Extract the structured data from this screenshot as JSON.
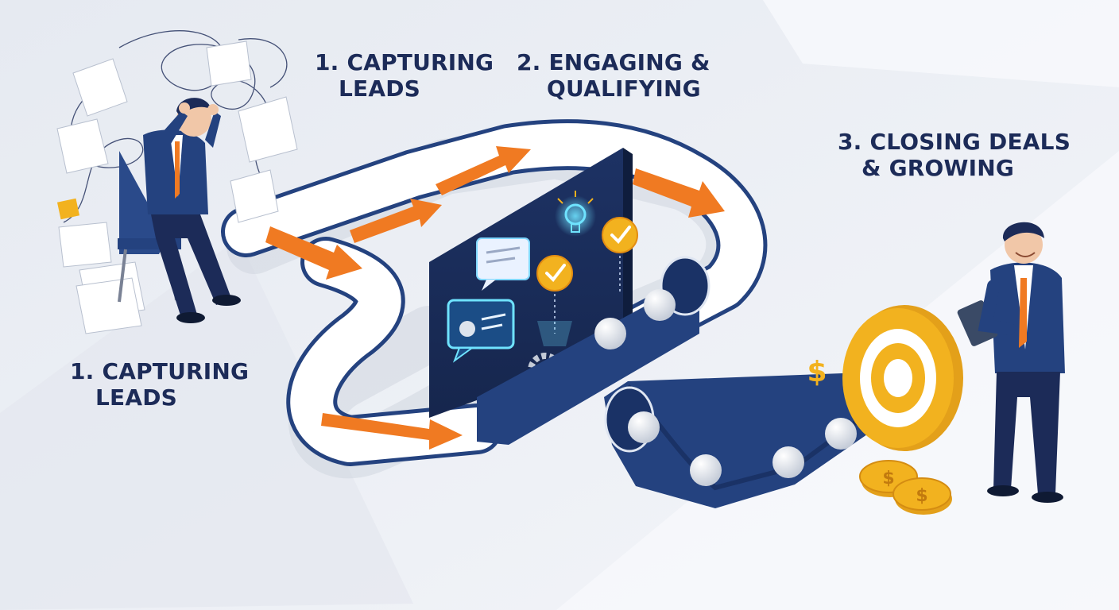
{
  "stages": [
    {
      "line1": "1. CAPTURING",
      "line2": "LEADS"
    },
    {
      "line1": "2. ENGAGING &",
      "line2": "QUALIFYING"
    },
    {
      "line1": "3. CLOSING DEALS",
      "line2": "& GROWING"
    },
    {
      "line1": "1. CAPTURING",
      "line2": "LEADS"
    }
  ],
  "icons": {
    "currency_symbol": "$",
    "coin_symbol": "$"
  },
  "colors": {
    "navy": "#1c2b58",
    "pipe_blue": "#24427f",
    "arrow_orange": "#f07a22",
    "gold": "#f2b21f",
    "background": "#e9edf3"
  }
}
